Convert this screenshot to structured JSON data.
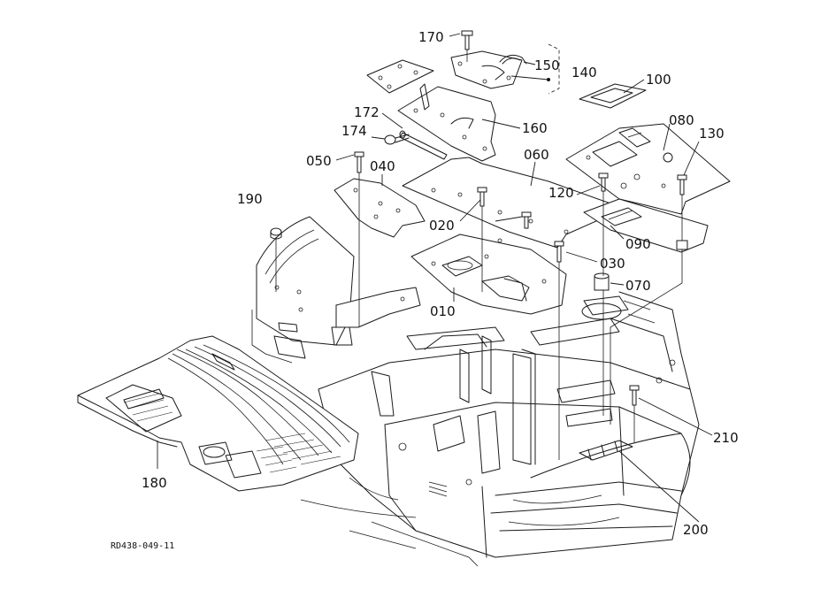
{
  "diagram": {
    "reference_code": "RD438-049-11",
    "parts": [
      {
        "id": "p170",
        "number": "170"
      },
      {
        "id": "p150",
        "number": "150"
      },
      {
        "id": "p140",
        "number": "140"
      },
      {
        "id": "p100",
        "number": "100"
      },
      {
        "id": "p172",
        "number": "172"
      },
      {
        "id": "p160",
        "number": "160"
      },
      {
        "id": "p174",
        "number": "174"
      },
      {
        "id": "p080",
        "number": "080"
      },
      {
        "id": "p130",
        "number": "130"
      },
      {
        "id": "p050",
        "number": "050"
      },
      {
        "id": "p040",
        "number": "040"
      },
      {
        "id": "p060",
        "number": "060"
      },
      {
        "id": "p120",
        "number": "120"
      },
      {
        "id": "p190",
        "number": "190"
      },
      {
        "id": "p020",
        "number": "020"
      },
      {
        "id": "p090",
        "number": "090"
      },
      {
        "id": "p030",
        "number": "030"
      },
      {
        "id": "p070",
        "number": "070"
      },
      {
        "id": "p010",
        "number": "010"
      },
      {
        "id": "p210",
        "number": "210"
      },
      {
        "id": "p180",
        "number": "180"
      },
      {
        "id": "p200",
        "number": "200"
      }
    ]
  }
}
